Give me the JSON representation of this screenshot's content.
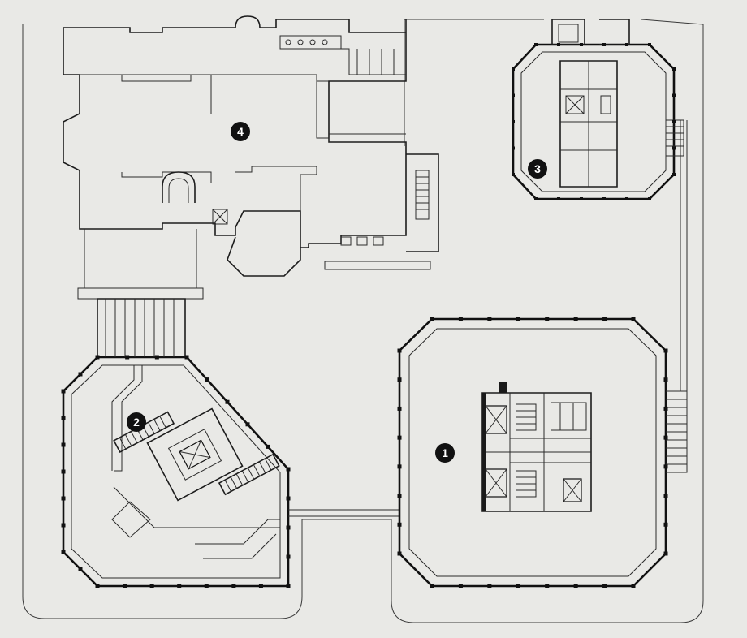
{
  "buildings": [
    {
      "id": "building-1",
      "label": "1"
    },
    {
      "id": "building-2",
      "label": "2"
    },
    {
      "id": "building-3",
      "label": "3"
    },
    {
      "id": "building-4",
      "label": "4"
    }
  ]
}
